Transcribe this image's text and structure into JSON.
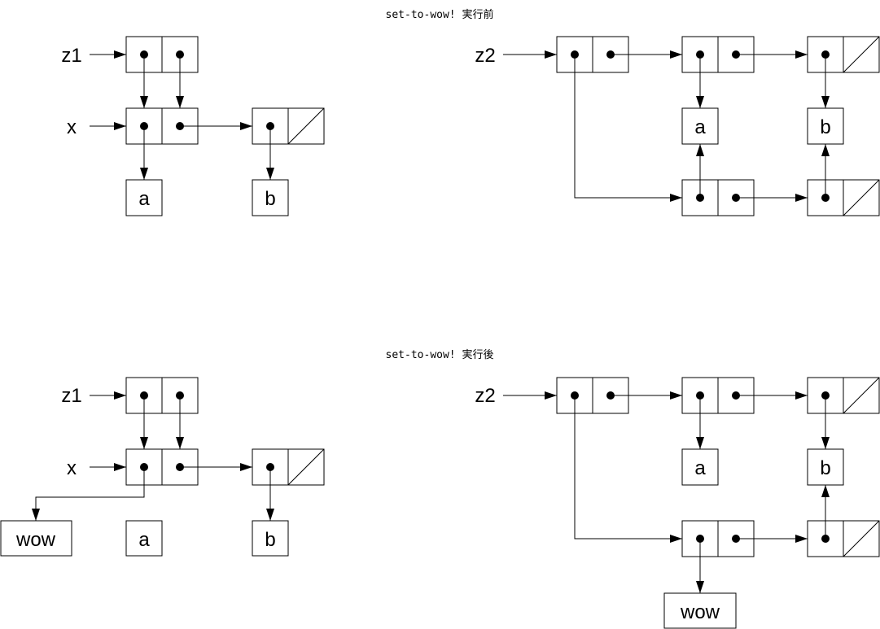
{
  "captions": {
    "before": "set-to-wow! 実行前",
    "after": "set-to-wow! 実行後"
  },
  "variables": {
    "z1": "z1",
    "x": "x",
    "z2": "z2"
  },
  "atoms": {
    "a": "a",
    "b": "b",
    "wow": "wow"
  }
}
